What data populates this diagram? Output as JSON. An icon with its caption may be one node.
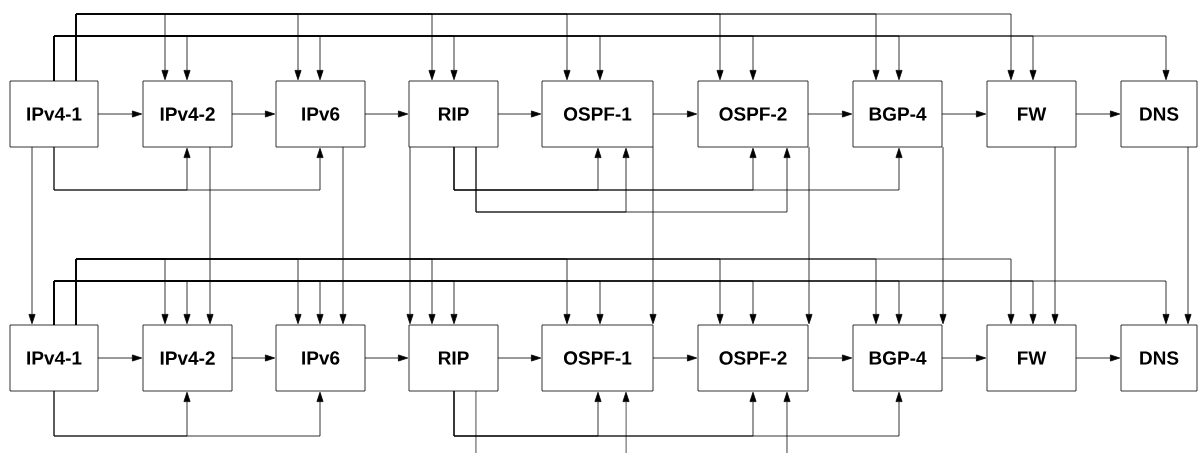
{
  "diagram": {
    "nodes": [
      {
        "text": [
          "IPv4-1"
        ]
      },
      {
        "text": [
          "IPv4-2"
        ]
      },
      {
        "text": [
          "IPv6"
        ]
      },
      {
        "text": [
          "RIP"
        ]
      },
      {
        "text": [
          "OSPF-1"
        ]
      },
      {
        "text": [
          "OSPF-2"
        ]
      },
      {
        "text": [
          "BGP-4"
        ]
      },
      {
        "text": [
          "FW"
        ]
      },
      {
        "text": [
          "DNS"
        ]
      },
      {
        "text": [
          "IPv4-1"
        ]
      },
      {
        "text": [
          "IPv4-2"
        ]
      },
      {
        "text": [
          "IPv6"
        ]
      },
      {
        "text": [
          "RIP"
        ]
      },
      {
        "text": [
          "OSPF-1"
        ]
      },
      {
        "text": [
          "OSPF-2"
        ]
      },
      {
        "text": [
          "BGP-4"
        ]
      },
      {
        "text": [
          "FW"
        ]
      },
      {
        "text": [
          "DNS"
        ]
      }
    ],
    "edges": [
      {
        "from": 0,
        "to": 1,
        "arrow": "to"
      },
      {
        "from": 1,
        "to": 2,
        "arrow": "to"
      },
      {
        "from": 2,
        "to": 3,
        "arrow": "to"
      },
      {
        "from": 3,
        "to": 4,
        "arrow": "to"
      },
      {
        "from": 4,
        "to": 5,
        "arrow": "to"
      },
      {
        "from": 5,
        "to": 6,
        "arrow": "to"
      },
      {
        "from": 6,
        "to": 7,
        "arrow": "to"
      },
      {
        "from": 7,
        "to": 8,
        "arrow": "to"
      },
      {
        "from": 9,
        "to": 10,
        "arrow": "to"
      },
      {
        "from": 10,
        "to": 11,
        "arrow": "to"
      },
      {
        "from": 11,
        "to": 12,
        "arrow": "to"
      },
      {
        "from": 12,
        "to": 13,
        "arrow": "to"
      },
      {
        "from": 13,
        "to": 14,
        "arrow": "to"
      },
      {
        "from": 14,
        "to": 15,
        "arrow": "to"
      },
      {
        "from": 15,
        "to": 16,
        "arrow": "to"
      },
      {
        "from": 16,
        "to": 17,
        "arrow": "to"
      },
      {
        "from": 0,
        "to": 1,
        "arrow": "to"
      },
      {
        "from": 0,
        "to": 2,
        "arrow": "to"
      },
      {
        "from": 0,
        "to": 3,
        "arrow": "to"
      },
      {
        "from": 0,
        "to": 4,
        "arrow": "to"
      },
      {
        "from": 0,
        "to": 5,
        "arrow": "to"
      },
      {
        "from": 0,
        "to": 6,
        "arrow": "to"
      },
      {
        "from": 0,
        "to": 7,
        "arrow": "to"
      },
      {
        "from": 0,
        "to": 1,
        "arrow": "to"
      },
      {
        "from": 0,
        "to": 2,
        "arrow": "to"
      },
      {
        "from": 0,
        "to": 3,
        "arrow": "to"
      },
      {
        "from": 0,
        "to": 4,
        "arrow": "to"
      },
      {
        "from": 0,
        "to": 5,
        "arrow": "to"
      },
      {
        "from": 0,
        "to": 6,
        "arrow": "to"
      },
      {
        "from": 0,
        "to": 7,
        "arrow": "to"
      },
      {
        "from": 0,
        "to": 8,
        "arrow": "to"
      },
      {
        "from": 0,
        "to": 1,
        "arrow": "to"
      },
      {
        "from": 0,
        "to": 2,
        "arrow": "to"
      },
      {
        "from": 3,
        "to": 4,
        "arrow": "to"
      },
      {
        "from": 3,
        "to": 5,
        "arrow": "to"
      },
      {
        "from": 3,
        "to": 6,
        "arrow": "to"
      },
      {
        "from": 3,
        "to": 4,
        "arrow": "to"
      },
      {
        "from": 3,
        "to": 5,
        "arrow": "to"
      },
      {
        "from": 0,
        "to": 9,
        "arrow": "to"
      },
      {
        "from": 1,
        "to": 10,
        "arrow": "to"
      },
      {
        "from": 2,
        "to": 11,
        "arrow": "to"
      },
      {
        "from": 3,
        "to": 12,
        "arrow": "to"
      },
      {
        "from": 4,
        "to": 13,
        "arrow": "to"
      },
      {
        "from": 5,
        "to": 14,
        "arrow": "to"
      },
      {
        "from": 6,
        "to": 15,
        "arrow": "to"
      },
      {
        "from": 7,
        "to": 16,
        "arrow": "to"
      },
      {
        "from": 8,
        "to": 17,
        "arrow": "to"
      },
      {
        "from": 9,
        "to": 10,
        "arrow": "to"
      },
      {
        "from": 9,
        "to": 11,
        "arrow": "to"
      },
      {
        "from": 9,
        "to": 12,
        "arrow": "to"
      },
      {
        "from": 9,
        "to": 13,
        "arrow": "to"
      },
      {
        "from": 9,
        "to": 14,
        "arrow": "to"
      },
      {
        "from": 9,
        "to": 15,
        "arrow": "to"
      },
      {
        "from": 9,
        "to": 16,
        "arrow": "to"
      },
      {
        "from": 9,
        "to": 10,
        "arrow": "to"
      },
      {
        "from": 9,
        "to": 11,
        "arrow": "to"
      },
      {
        "from": 9,
        "to": 12,
        "arrow": "to"
      },
      {
        "from": 9,
        "to": 13,
        "arrow": "to"
      },
      {
        "from": 9,
        "to": 14,
        "arrow": "to"
      },
      {
        "from": 9,
        "to": 15,
        "arrow": "to"
      },
      {
        "from": 9,
        "to": 16,
        "arrow": "to"
      },
      {
        "from": 9,
        "to": 17,
        "arrow": "to"
      },
      {
        "from": 9,
        "to": 10,
        "arrow": "to"
      },
      {
        "from": 9,
        "to": 11,
        "arrow": "to"
      },
      {
        "from": 12,
        "to": 13,
        "arrow": "to"
      },
      {
        "from": 12,
        "to": 14,
        "arrow": "to"
      },
      {
        "from": 12,
        "to": 15,
        "arrow": "to"
      },
      {
        "from": 12,
        "to": null,
        "arrow": "none"
      },
      {
        "from": null,
        "to": 13,
        "arrow": "to"
      },
      {
        "from": null,
        "to": 14,
        "arrow": "to"
      }
    ]
  }
}
